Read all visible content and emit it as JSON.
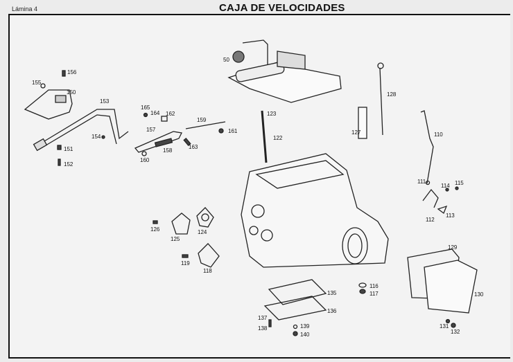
{
  "header": {
    "plate": "Lámina 4",
    "title": "CAJA DE VELOCIDADES"
  },
  "parts": {
    "p50": "50",
    "p110": "110",
    "p111": "111",
    "p112": "112",
    "p113": "113",
    "p114": "114",
    "p115": "115",
    "p116": "116",
    "p117": "117",
    "p118": "118",
    "p119": "119",
    "p122": "122",
    "p123": "123",
    "p124": "124",
    "p125": "125",
    "p126": "126",
    "p127": "127",
    "p128": "128",
    "p129": "129",
    "p130": "130",
    "p131": "131",
    "p132": "132",
    "p135": "135",
    "p136": "136",
    "p137": "137",
    "p138": "138",
    "p139": "139",
    "p140": "140",
    "p150": "150",
    "p151": "151",
    "p152": "152",
    "p153": "153",
    "p154": "154",
    "p155": "155",
    "p156": "156",
    "p157": "157",
    "p158": "158",
    "p159": "159",
    "p160": "160",
    "p161": "161",
    "p162": "162",
    "p163": "163",
    "p164": "164",
    "p165": "165"
  }
}
